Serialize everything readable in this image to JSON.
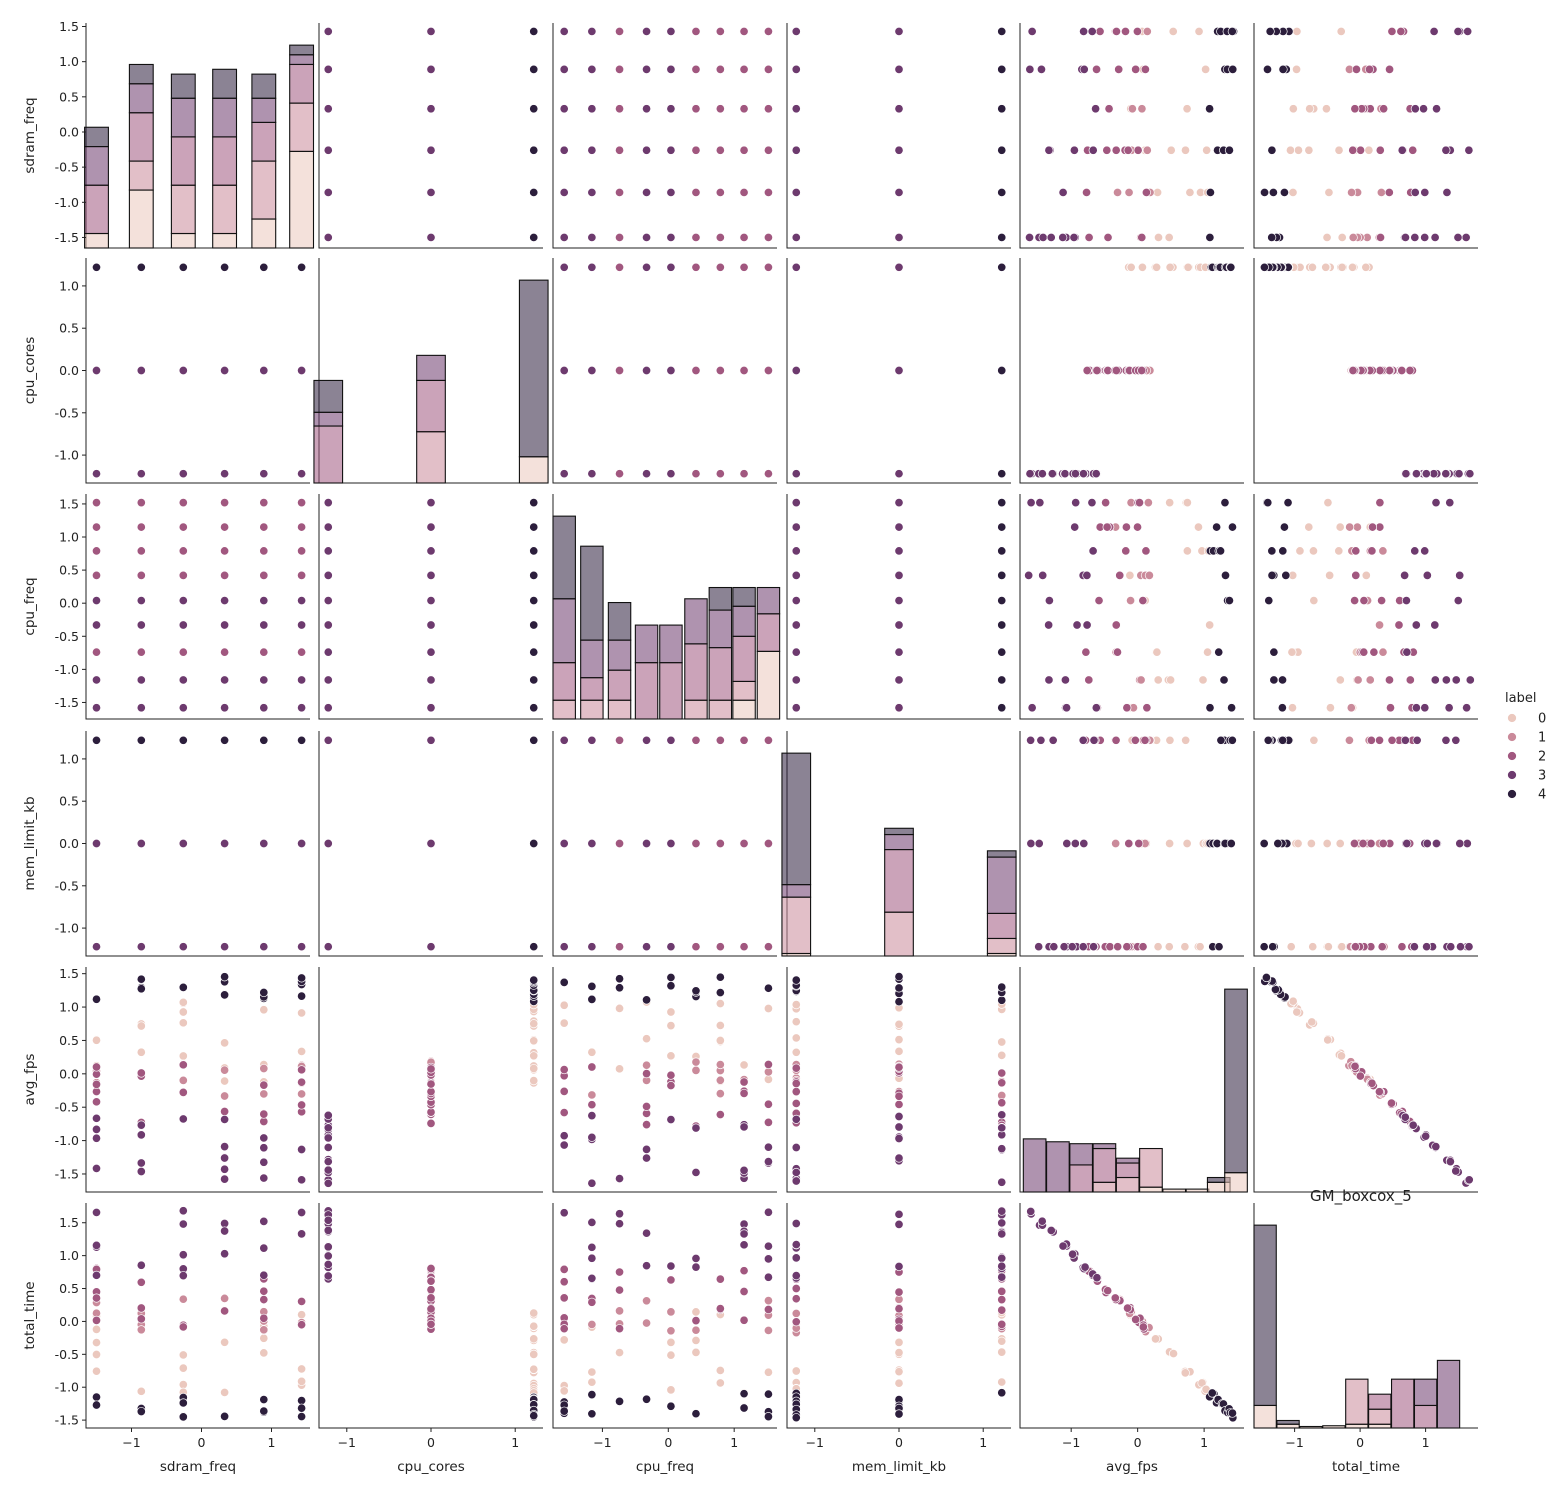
{
  "chart_data": {
    "type": "scatter",
    "subtype": "pairplot",
    "annotation": "GM_boxcox_5",
    "variables": [
      "sdram_freq",
      "cpu_cores",
      "cpu_freq",
      "mem_limit_kb",
      "avg_fps",
      "total_time"
    ],
    "ranges": {
      "sdram_freq": [
        -1.65,
        1.55
      ],
      "cpu_cores": [
        -1.33,
        1.33
      ],
      "cpu_freq": [
        -1.75,
        1.65
      ],
      "mem_limit_kb": [
        -1.33,
        1.33
      ],
      "avg_fps": [
        -1.77,
        1.6
      ],
      "total_time": [
        -1.62,
        1.8
      ]
    },
    "ticks": {
      "sdram_freq": [
        -1.5,
        -1.0,
        -0.5,
        0.0,
        0.5,
        1.0,
        1.5
      ],
      "cpu_cores": [
        -1.0,
        -0.5,
        0.0,
        0.5,
        1.0
      ],
      "cpu_freq": [
        -1.5,
        -1.0,
        -0.5,
        0.0,
        0.5,
        1.0,
        1.5
      ],
      "mem_limit_kb": [
        -1.0,
        -0.5,
        0.0,
        0.5,
        1.0
      ],
      "avg_fps": [
        -1.5,
        -1.0,
        -0.5,
        0.0,
        0.5,
        1.0,
        1.5
      ],
      "total_time": [
        -1.5,
        -1.0,
        -0.5,
        0.0,
        0.5,
        1.0,
        1.5
      ]
    },
    "tick_labels": {
      "sdram_freq": [
        "-1.5",
        "-1.0",
        "-0.5",
        "0.0",
        "0.5",
        "1.0",
        "1.5"
      ],
      "cpu_cores": [
        "-1.0",
        "-0.5",
        "0.0",
        "0.5",
        "1.0"
      ],
      "cpu_freq": [
        "-1.5",
        "-1.0",
        "-0.5",
        "0.0",
        "0.5",
        "1.0",
        "1.5"
      ],
      "mem_limit_kb": [
        "-1.0",
        "-0.5",
        "0.0",
        "0.5",
        "1.0"
      ],
      "avg_fps": [
        "-1.5",
        "-1.0",
        "-0.5",
        "0.0",
        "0.5",
        "1.0",
        "1.5"
      ],
      "total_time": [
        "-1.5",
        "-1.0",
        "-0.5",
        "0.0",
        "0.5",
        "1.0",
        "1.5"
      ]
    },
    "x_ticks": {
      "sdram_freq": [
        -1,
        0,
        1
      ],
      "cpu_cores": [
        -1,
        0,
        1
      ],
      "cpu_freq": [
        -1,
        0,
        1
      ],
      "mem_limit_kb": [
        -1,
        0,
        1
      ],
      "avg_fps": [
        -1,
        0,
        1
      ],
      "total_time": [
        -1,
        0,
        1
      ]
    },
    "x_tick_labels": {
      "sdram_freq": [
        "−1",
        "0",
        "1"
      ],
      "cpu_cores": [
        "−1",
        "0",
        "1"
      ],
      "cpu_freq": [
        "−1",
        "0",
        "1"
      ],
      "mem_limit_kb": [
        "−1",
        "0",
        "1"
      ],
      "avg_fps": [
        "−1",
        "0",
        "1"
      ],
      "total_time": [
        "−1",
        "0",
        "1"
      ]
    },
    "levels": {
      "sdram_freq": [
        -1.5,
        -0.86,
        -0.26,
        0.33,
        0.89,
        1.43
      ],
      "cpu_cores": [
        -1.22,
        0.0,
        1.22
      ],
      "cpu_freq": [
        -1.58,
        -1.16,
        -0.74,
        -0.33,
        0.04,
        0.42,
        0.79,
        1.15,
        1.52
      ],
      "mem_limit_kb": [
        -1.22,
        0.0,
        1.22
      ]
    },
    "class_at_level": {
      "cpu_freq": [
        3,
        3,
        2,
        3,
        3,
        2,
        2,
        2,
        2
      ],
      "cpu_cores": [
        3,
        3,
        4
      ],
      "mem_limit_kb": [
        3,
        3,
        4
      ]
    },
    "clusters": [
      {
        "label": 0,
        "avg_fps": [
          -0.1,
          0.1,
          0.3,
          0.5,
          0.75,
          0.95,
          1.05
        ],
        "cores": 1.22
      },
      {
        "label": 1,
        "avg_fps": [
          -0.3,
          -0.1,
          0.05,
          0.15
        ],
        "cores": 0.0
      },
      {
        "label": 2,
        "avg_fps": [
          -0.75,
          -0.6,
          -0.45,
          -0.3,
          -0.15,
          0.0,
          0.1
        ],
        "cores": 0.0
      },
      {
        "label": 3,
        "avg_fps": [
          -1.6,
          -1.45,
          -1.3,
          -1.1,
          -0.95,
          -0.8,
          -0.65
        ],
        "cores": -1.22
      },
      {
        "label": 4,
        "avg_fps": [
          1.12,
          1.2,
          1.28,
          1.35,
          1.42
        ],
        "cores": 1.22
      }
    ],
    "hist": {
      "sdram_freq": [
        {
          "stack": [
            0.03,
            0.0,
            0.1,
            0.08,
            0.04
          ],
          "x": -1.5
        },
        {
          "stack": [
            0.12,
            0.06,
            0.1,
            0.06,
            0.04
          ],
          "x": -0.86
        },
        {
          "stack": [
            0.03,
            0.1,
            0.1,
            0.08,
            0.05
          ],
          "x": -0.26
        },
        {
          "stack": [
            0.03,
            0.1,
            0.1,
            0.08,
            0.06
          ],
          "x": 0.33
        },
        {
          "stack": [
            0.06,
            0.12,
            0.08,
            0.05,
            0.05
          ],
          "x": 0.89
        },
        {
          "stack": [
            0.2,
            0.1,
            0.08,
            0.02,
            0.02
          ],
          "x": 1.43
        }
      ],
      "cpu_cores": [
        {
          "x": -1.22,
          "stack": [
            0.0,
            0.0,
            0.5,
            0.12,
            0.28
          ]
        },
        {
          "x": 0.0,
          "stack": [
            0.0,
            0.45,
            0.45,
            0.22,
            0.0
          ]
        },
        {
          "x": 1.22,
          "stack": [
            0.23,
            0.0,
            0.0,
            0.0,
            1.55
          ]
        }
      ],
      "cpu_freq": [
        {
          "x": -1.58,
          "stack": [
            0.0,
            0.05,
            0.1,
            0.17,
            0.22
          ]
        },
        {
          "x": -1.16,
          "stack": [
            0.0,
            0.05,
            0.06,
            0.1,
            0.25
          ]
        },
        {
          "x": -0.74,
          "stack": [
            0.0,
            0.05,
            0.08,
            0.08,
            0.1
          ]
        },
        {
          "x": -0.33,
          "stack": [
            0.0,
            0.0,
            0.15,
            0.1,
            0.0
          ]
        },
        {
          "x": 0.04,
          "stack": [
            0.0,
            0.0,
            0.15,
            0.1,
            0.0
          ]
        },
        {
          "x": 0.42,
          "stack": [
            0.0,
            0.05,
            0.15,
            0.12,
            0.0
          ]
        },
        {
          "x": 0.79,
          "stack": [
            0.0,
            0.05,
            0.14,
            0.1,
            0.06
          ]
        },
        {
          "x": 1.15,
          "stack": [
            0.05,
            0.05,
            0.12,
            0.08,
            0.05
          ]
        },
        {
          "x": 1.52,
          "stack": [
            0.18,
            0.0,
            0.1,
            0.07,
            0.0
          ]
        }
      ],
      "mem_limit_kb": [
        {
          "x": -1.22,
          "stack": [
            0.02,
            0.45,
            0.0,
            0.1,
            1.05
          ]
        },
        {
          "x": 0.0,
          "stack": [
            0.0,
            0.35,
            0.5,
            0.12,
            0.05
          ]
        },
        {
          "x": 1.22,
          "stack": [
            0.02,
            0.12,
            0.2,
            0.45,
            0.05
          ]
        }
      ],
      "avg_fps": [
        {
          "x": -1.55,
          "stack": [
            0.0,
            0.0,
            0.0,
            0.55,
            0.0
          ]
        },
        {
          "x": -1.2,
          "stack": [
            0.0,
            0.0,
            0.0,
            0.52,
            0.0
          ]
        },
        {
          "x": -0.85,
          "stack": [
            0.0,
            0.0,
            0.28,
            0.22,
            0.0
          ]
        },
        {
          "x": -0.5,
          "stack": [
            0.0,
            0.1,
            0.35,
            0.05,
            0.0
          ]
        },
        {
          "x": -0.15,
          "stack": [
            0.0,
            0.15,
            0.15,
            0.05,
            0.0
          ]
        },
        {
          "x": 0.2,
          "stack": [
            0.05,
            0.4,
            0.0,
            0.0,
            0.0
          ]
        },
        {
          "x": 0.55,
          "stack": [
            0.03,
            0.0,
            0.0,
            0.0,
            0.0
          ]
        },
        {
          "x": 0.9,
          "stack": [
            0.03,
            0.0,
            0.0,
            0.0,
            0.0
          ]
        },
        {
          "x": 1.22,
          "stack": [
            0.1,
            0.0,
            0.0,
            0.0,
            0.05
          ]
        },
        {
          "x": 1.48,
          "stack": [
            0.2,
            0.0,
            0.0,
            0.0,
            1.9
          ]
        }
      ]
    },
    "hist_total_time": [
      {
        "x": -1.45,
        "stack": [
          0.3,
          0.0,
          0.0,
          0.0,
          2.4
        ]
      },
      {
        "x": -1.1,
        "stack": [
          0.05,
          0.0,
          0.0,
          0.0,
          0.05
        ]
      },
      {
        "x": -0.75,
        "stack": [
          0.02,
          0.0,
          0.0,
          0.0,
          0.0
        ]
      },
      {
        "x": -0.4,
        "stack": [
          0.03,
          0.0,
          0.0,
          0.0,
          0.0
        ]
      },
      {
        "x": -0.05,
        "stack": [
          0.05,
          0.6,
          0.0,
          0.0,
          0.0
        ]
      },
      {
        "x": 0.3,
        "stack": [
          0.05,
          0.2,
          0.2,
          0.0,
          0.0
        ]
      },
      {
        "x": 0.65,
        "stack": [
          0.0,
          0.0,
          0.65,
          0.0,
          0.0
        ]
      },
      {
        "x": 1.0,
        "stack": [
          0.0,
          0.0,
          0.3,
          0.35,
          0.0
        ]
      },
      {
        "x": 1.35,
        "stack": [
          0.0,
          0.0,
          0.0,
          0.9,
          0.0
        ]
      }
    ],
    "legend": {
      "title": "label",
      "entries": [
        "0",
        "1",
        "2",
        "3",
        "4"
      ],
      "colors": [
        "#ebc8be",
        "#ca8a9a",
        "#a1577f",
        "#6d3a6e",
        "#2c1e3c"
      ],
      "placement": "right"
    }
  }
}
